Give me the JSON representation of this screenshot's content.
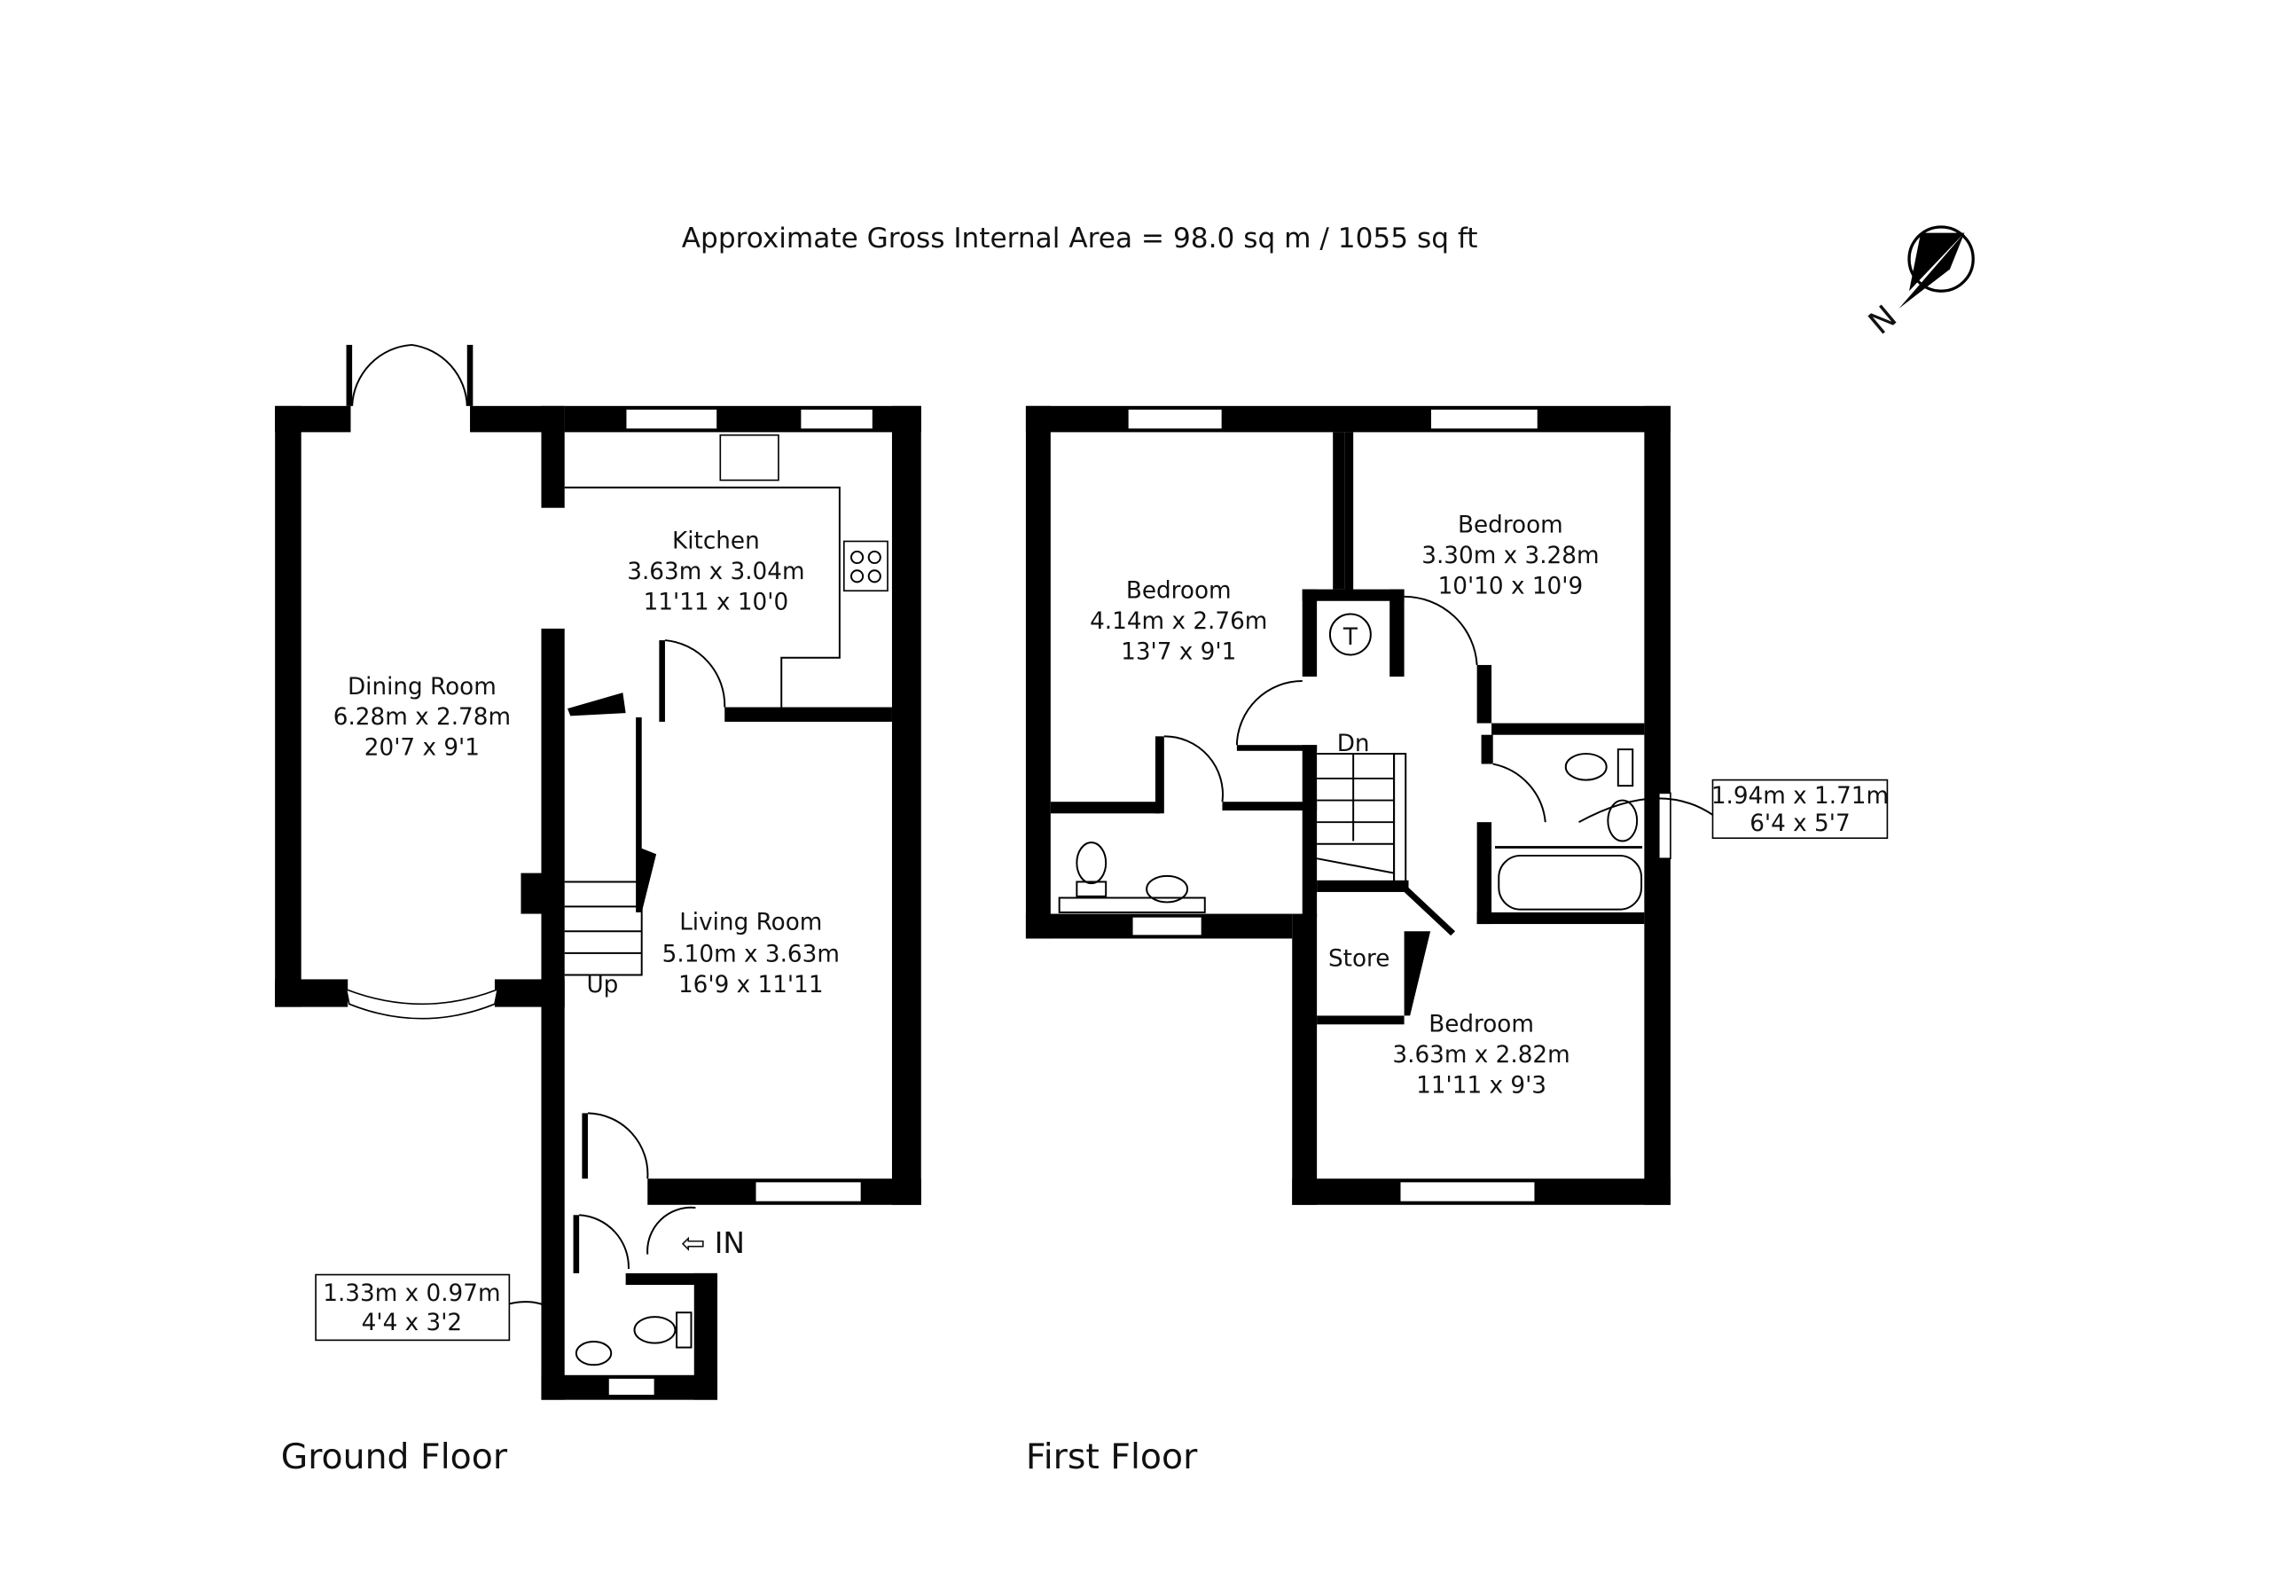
{
  "header": {
    "area": "Approximate Gross Internal Area = 98.0 sq m / 1055 sq ft"
  },
  "compass": {
    "label": "N"
  },
  "ground_floor": {
    "title": "Ground Floor",
    "rooms": [
      {
        "name": "Kitchen",
        "metric": "3.63m x 3.04m",
        "imperial": "11'11 x 10'0"
      },
      {
        "name": "Dining Room",
        "metric": "6.28m x 2.78m",
        "imperial": "20'7 x 9'1"
      },
      {
        "name": "Living Room",
        "metric": "5.10m x 3.63m",
        "imperial": "16'9 x 11'11"
      }
    ],
    "stairs": "Up",
    "entrance": "IN",
    "wc_callout": {
      "metric": "1.33m x 0.97m",
      "imperial": "4'4 x 3'2"
    }
  },
  "first_floor": {
    "title": "First Floor",
    "rooms": [
      {
        "name": "Bedroom",
        "metric": "4.14m x 2.76m",
        "imperial": "13'7 x 9'1"
      },
      {
        "name": "Bedroom",
        "metric": "3.30m x 3.28m",
        "imperial": "10'10 x 10'9"
      },
      {
        "name": "Bedroom",
        "metric": "3.63m x 2.82m",
        "imperial": "11'11 x 9'3"
      }
    ],
    "store": "Store",
    "stairs": "Dn",
    "tank": "T",
    "bath_callout": {
      "metric": "1.94m x 1.71m",
      "imperial": "6'4 x 5'7"
    }
  }
}
